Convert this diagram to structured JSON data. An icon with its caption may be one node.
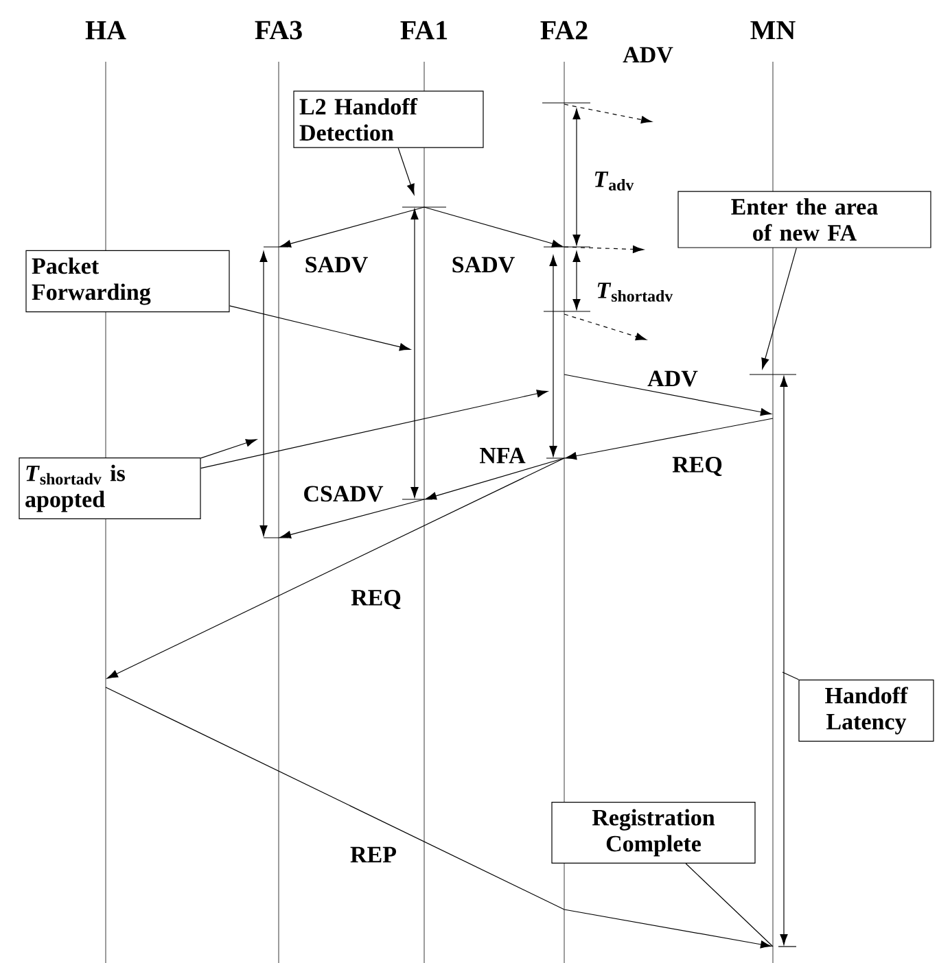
{
  "diagram": {
    "nodes": [
      {
        "text": [],
        "shape": "line",
        "beside": [
          "HA"
        ]
      },
      {
        "text": [],
        "shape": "line",
        "beside": [
          "FA3"
        ]
      },
      {
        "text": [],
        "shape": "line",
        "beside": [
          "FA1"
        ]
      },
      {
        "text": [],
        "shape": "line",
        "beside": [
          "FA2"
        ]
      },
      {
        "text": [],
        "shape": "line",
        "beside": [
          "MN"
        ]
      },
      {
        "text": [
          "L2 Handoff Detection"
        ]
      },
      {
        "text": [
          "Enter the area of new FA"
        ]
      },
      {
        "text": [
          "Packet Forwarding"
        ]
      },
      {
        "text": [
          "*T*$_{shortadv}$ is apopted"
        ]
      },
      {
        "text": [
          "Handoff Latency"
        ]
      },
      {
        "text": [
          "Registration Complete"
        ]
      }
    ],
    "edges": [
      {
        "from": 2,
        "to": 1,
        "arrow": "to",
        "label": "SADV"
      },
      {
        "from": 2,
        "to": 3,
        "arrow": "to",
        "label": "SADV"
      },
      {
        "from": 3,
        "to": null,
        "arrow": "to",
        "style": "dashed",
        "label": "ADV"
      },
      {
        "from": 3,
        "to": null,
        "arrow": "to",
        "style": "dashed"
      },
      {
        "from": 3,
        "to": null,
        "arrow": "to",
        "style": "dashed"
      },
      {
        "from": 3,
        "to": 4,
        "arrow": "to",
        "label": "ADV"
      },
      {
        "from": 4,
        "to": 3,
        "arrow": "to",
        "label": "REQ"
      },
      {
        "from": 3,
        "to": 2,
        "arrow": "to",
        "label": "NFA"
      },
      {
        "from": 2,
        "to": 1,
        "arrow": "to",
        "label": "CSADV"
      },
      {
        "from": 3,
        "to": 0,
        "arrow": "to",
        "label": "REQ"
      },
      {
        "from": 0,
        "to": 4,
        "arrow": "to",
        "label": "REP"
      },
      {
        "from": 5,
        "to": 2,
        "arrow": "to"
      },
      {
        "from": 6,
        "to": 4,
        "arrow": "to"
      },
      {
        "from": 7,
        "to": 2,
        "arrow": "to"
      },
      {
        "from": 8,
        "to": 1,
        "arrow": "to"
      },
      {
        "from": 8,
        "to": 3,
        "arrow": "to"
      },
      {
        "from": 9,
        "to": 4,
        "arrow": "none"
      },
      {
        "from": 10,
        "to": 4,
        "arrow": "none"
      }
    ],
    "labels": [
      "*T*$_{adv}$",
      "*T*$_{shortadv}$"
    ]
  }
}
